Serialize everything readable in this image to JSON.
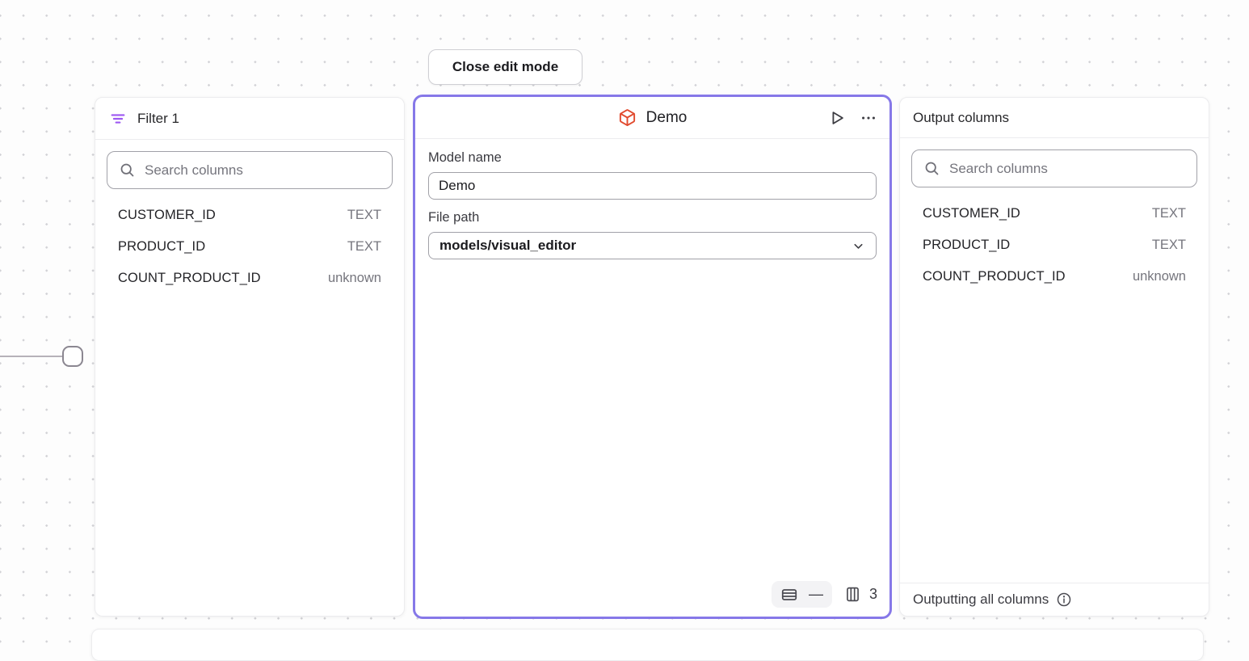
{
  "canvas": {
    "close_edit_button_label": "Close edit mode"
  },
  "filter_panel": {
    "title": "Filter 1",
    "search_placeholder": "Search columns",
    "columns": [
      {
        "name": "CUSTOMER_ID",
        "type": "TEXT"
      },
      {
        "name": "PRODUCT_ID",
        "type": "TEXT"
      },
      {
        "name": "COUNT_PRODUCT_ID",
        "type": "unknown"
      }
    ]
  },
  "model_panel": {
    "title": "Demo",
    "icon": "cube-icon",
    "model_name_label": "Model name",
    "model_name_value": "Demo",
    "file_path_label": "File path",
    "file_path_value": "models/visual_editor",
    "row_count": "—",
    "column_count": "3"
  },
  "output_panel": {
    "title": "Output columns",
    "search_placeholder": "Search columns",
    "columns": [
      {
        "name": "CUSTOMER_ID",
        "type": "TEXT"
      },
      {
        "name": "PRODUCT_ID",
        "type": "TEXT"
      },
      {
        "name": "COUNT_PRODUCT_ID",
        "type": "unknown"
      }
    ],
    "footer_text": "Outputting all columns"
  },
  "colors": {
    "accent_selected_border": "#8678e8",
    "filter_icon_purple": "#9d58f2",
    "model_icon_orange": "#e14b2f",
    "text_primary": "#27272a",
    "text_secondary": "#75757d",
    "input_border": "#a1a1a8",
    "canvas_dot": "#d2d2d6"
  }
}
